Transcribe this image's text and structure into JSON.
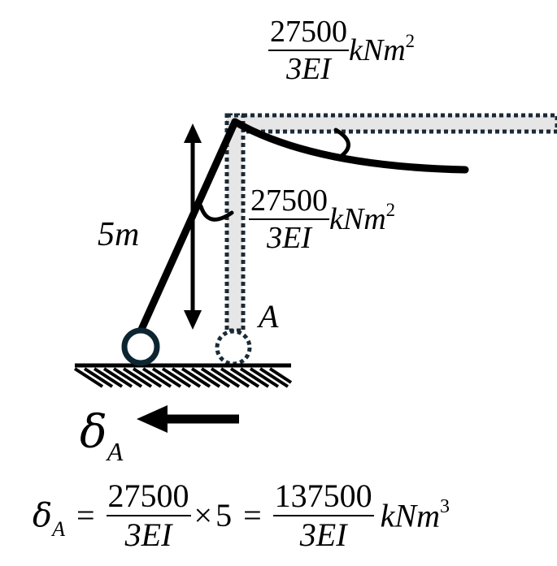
{
  "top_moment": {
    "numerator": "27500",
    "denominator": "3EI",
    "unit_base": "kNm",
    "unit_power": "2"
  },
  "side_moment": {
    "numerator": "27500",
    "denominator": "3EI",
    "unit_base": "kNm",
    "unit_power": "2"
  },
  "height_label": "5m",
  "point_label": "A",
  "displacement_symbol": "δ",
  "displacement_subscript": "A",
  "equation": {
    "lhs_symbol": "δ",
    "lhs_subscript": "A",
    "equals_1": "=",
    "frac1_numerator": "27500",
    "frac1_denominator": "3EI",
    "times": "×",
    "multiplier": "5",
    "equals_2": "=",
    "frac2_numerator": "137500",
    "frac2_denominator": "3EI",
    "unit_base": "kNm",
    "unit_power": "3"
  },
  "colors": {
    "ink": "#000000",
    "undeformed_fill": "#e6e6e6",
    "undeformed_dots": "#1b2a36",
    "support_edge": "#0d2530"
  }
}
